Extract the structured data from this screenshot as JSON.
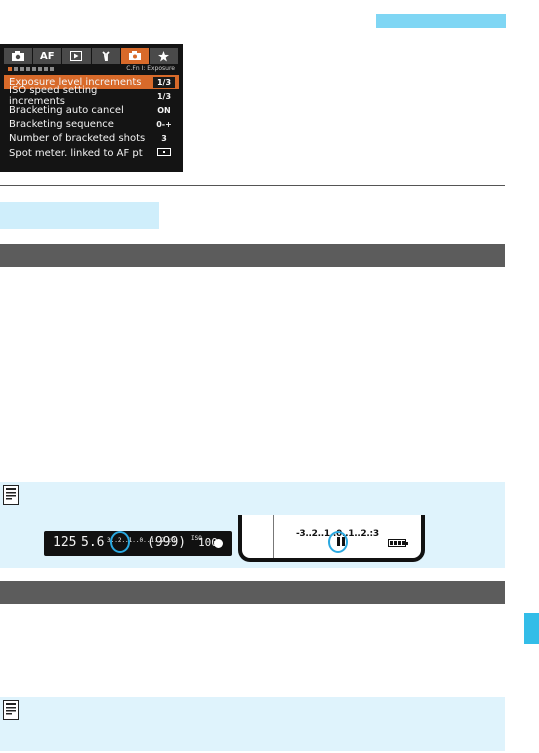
{
  "camera_menu": {
    "tabs": [
      {
        "name": "camera-icon"
      },
      {
        "label": "AF"
      },
      {
        "name": "playback-icon"
      },
      {
        "name": "wrench-icon"
      },
      {
        "name": "custom-functions-icon",
        "active": true
      },
      {
        "name": "star-icon"
      }
    ],
    "screen_title": "C.Fn I: Exposure",
    "pages_total": 8,
    "current_page": 1,
    "items": [
      {
        "label": "Exposure level increments",
        "value": "1/3",
        "selected": true
      },
      {
        "label": "ISO speed setting increments",
        "value": "1/3"
      },
      {
        "label": "Bracketing auto cancel",
        "value": "ON"
      },
      {
        "label": "Bracketing sequence",
        "value": "0-+"
      },
      {
        "label": "Number of bracketed shots",
        "value": "3"
      },
      {
        "label": "Spot meter. linked to AF pt",
        "value_icon": "spot-meter-icon"
      }
    ]
  },
  "viewfinder": {
    "shutter": "125",
    "aperture": "5.6",
    "scale": "3..2..1..0..1..2.:3",
    "shots": "(999)",
    "iso_label": "ISO",
    "iso": "100"
  },
  "lcd": {
    "scale": "-3..2..1..0..1..2.:3"
  },
  "colors": {
    "tab_accent": "#7fd6f4",
    "menu_highlight": "#d86a2a",
    "section_bar": "#5c5c5c",
    "note_bg": "#dff3fc",
    "callout_ring": "#2aa8e0"
  }
}
